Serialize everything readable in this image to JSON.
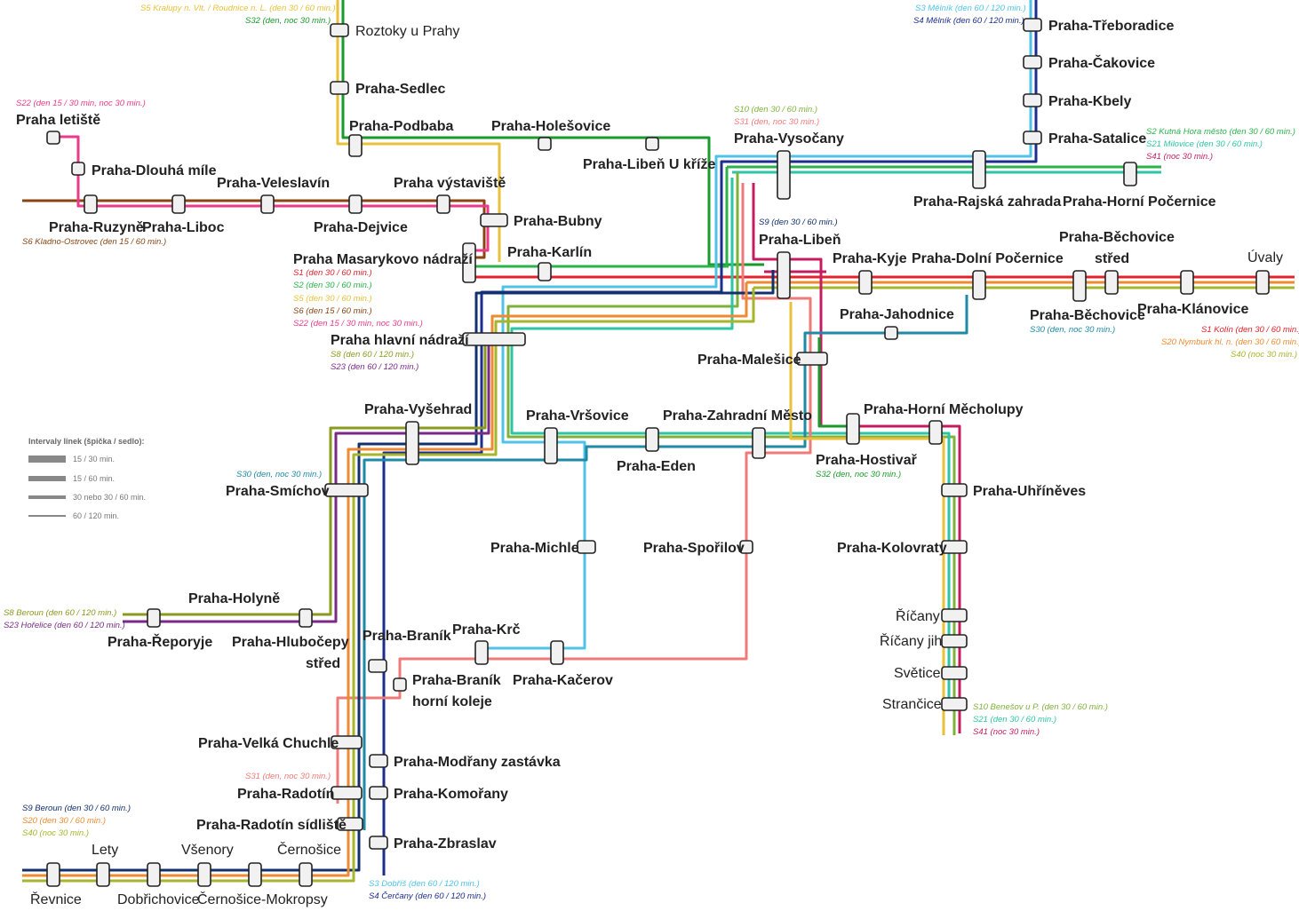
{
  "colors": {
    "S1": "#e3202b",
    "S2": "#2bb34a",
    "S3": "#4fc3e6",
    "S4": "#1b2e8e",
    "S5": "#e8c13a",
    "S6": "#8a4512",
    "S8": "#8a9a1e",
    "S9": "#10306e",
    "S10": "#7fb23a",
    "S20": "#ee8a30",
    "S21": "#2cc6a6",
    "S22": "#ea3a8a",
    "S23": "#7a2a86",
    "S30": "#1e8aa6",
    "S31": "#ef7a78",
    "S32": "#1a9a2a",
    "S40": "#a7b52a",
    "S41": "#c41c60"
  },
  "stations": {
    "roztoky": "Roztoky u Prahy",
    "sedlec": "Praha-Sedlec",
    "podbaba": "Praha-Podbaba",
    "holesovice": "Praha-Holešovice",
    "liben_kriz": "Praha-Libeň U kříže",
    "vysocany": "Praha-Vysočany",
    "rajska": "Praha-Rajská zahrada",
    "horni_pocernice": "Praha-Horní Počernice",
    "treboradice": "Praha-Třeboradice",
    "cakovice": "Praha-Čakovice",
    "kbely": "Praha-Kbely",
    "satalice": "Praha-Satalice",
    "letiste": "Praha letiště",
    "dlouha_mile": "Praha-Dlouhá míle",
    "veleslavin": "Praha-Veleslavín",
    "vystaviste": "Praha výstaviště",
    "ruzyne": "Praha-Ruzyně",
    "liboc": "Praha-Liboc",
    "dejvice": "Praha-Dejvice",
    "bubny": "Praha-Bubny",
    "masarykovo": "Praha Masarykovo nádraží",
    "karlin": "Praha-Karlín",
    "liben": "Praha-Libeň",
    "kyje": "Praha-Kyje",
    "dolni_pocernice": "Praha-Dolní Počernice",
    "bechovice_stred_1": "Praha-Běchovice",
    "bechovice_stred_2": "střed",
    "uvaly": "Úvaly",
    "jahodnice": "Praha-Jahodnice",
    "bechovice": "Praha-Běchovice",
    "klanovice": "Praha-Klánovice",
    "hlavni": "Praha hlavní nádraží",
    "malesice": "Praha-Malešice",
    "vysehrad": "Praha-Vyšehrad",
    "vrsovice": "Praha-Vršovice",
    "zahradni": "Praha-Zahradní Město",
    "horni_mecholupy": "Praha-Horní Měcholupy",
    "eden": "Praha-Eden",
    "hostivar": "Praha-Hostivař",
    "smichov": "Praha-Smíchov",
    "uhrineves": "Praha-Uhříněves",
    "michle": "Praha-Michle",
    "sporilov": "Praha-Spořilov",
    "kolovraty": "Praha-Kolovraty",
    "holyne": "Praha-Holyně",
    "reporyje": "Praha-Řeporyje",
    "hlubocepy_1": "Praha-Hlubočepy",
    "hlubocepy_2": "střed",
    "branik": "Praha-Braník",
    "krc": "Praha-Krč",
    "kacerov": "Praha-Kačerov",
    "branik_hk_1": "Praha-Braník",
    "branik_hk_2": "horní koleje",
    "ricany": "Říčany",
    "ricany_jih": "Říčany jih",
    "svetice": "Světice",
    "strancice": "Strančice",
    "velka_chuchle": "Praha-Velká Chuchle",
    "modrany": "Praha-Modřany zastávka",
    "radotin": "Praha-Radotín",
    "komorany": "Praha-Komořany",
    "radotin_sidliste": "Praha-Radotín sídliště",
    "zbraslav": "Praha-Zbraslav",
    "lety": "Lety",
    "vsenory": "Všenory",
    "cernosice": "Černošice",
    "revnice": "Řevnice",
    "dobrichovice": "Dobřichovice",
    "cernosice_mokropsy": "Černošice-Mokropsy"
  },
  "line_notes": {
    "s5_kralupy": "S5  Kralupy n. Vlt. / Roudnice n. L. (den 30 / 60 min.)",
    "s32_den": "S32  (den, noc 30 min.)",
    "s3_melnik": "S3  Mělník (den 60 / 120 min.)",
    "s4_melnik": "S4  Mělník (den 60 / 120 min.)",
    "s22_top": "S22  (den 15 / 30 min, noc 30 min.)",
    "s6_kladno": "S6  Kladno-Ostrovec (den 15 / 60 min.)",
    "s10_top": "S10  (den 30 / 60 min.)",
    "s31_top": "S31  (den, noc 30 min.)",
    "s2_kutna": "S2  Kutná Hora město (den 30 / 60 min.)",
    "s21_milovice": "S21  Milovice (den 30 / 60 min.)",
    "s41_noc": "S41  (noc 30 min.)",
    "s9_top": "S9  (den 30 / 60 min.)",
    "m_s1": "S1  (den 30 / 60 min.)",
    "m_s2": "S2  (den 30 / 60 min.)",
    "m_s5": "S5  (den 30 / 60 min.)",
    "m_s6": "S6  (den 15 / 60 min.)",
    "m_s22": "S22  (den 15 / 30 min, noc 30 min.)",
    "s30_bechovice": "S30  (den, noc 30 min.)",
    "s1_kolin": "S1  Kolín (den 30 / 60 min.)",
    "s20_nymburk": "S20  Nymburk hl. n. (den 30 / 60 min.)",
    "s40_noc": "S40  (noc 30 min.)",
    "h_s8": "S8  (den 60 / 120 min.)",
    "h_s23": "S23  (den 60 / 120 min.)",
    "s32_hostivar": "S32  (den, noc 30 min.)",
    "s30_smichov": "S30  (den, noc 30 min.)",
    "s8_beroun": "S8  Beroun (den 60 / 120 min.)",
    "s23_horelice": "S23  Hořelice (den 60 / 120 min.)",
    "s31_radotin": "S31  (den, noc 30 min.)",
    "s9_beroun": "S9  Beroun (den 30 / 60 min.)",
    "s20_bottom": "S20  (den 30 / 60 min.)",
    "s40_bottom": "S40  (noc 30 min.)",
    "s10_benesov": "S10  Benešov u P. (den 30 / 60 min.)",
    "s21_bottom": "S21  (den 30 / 60 min.)",
    "s41_bottom": "S41  (noc 30 min.)",
    "s3_dobris": "S3  Dobříš (den 60 / 120 min.)",
    "s4_cercany": "S4  Čerčany (den 60 / 120 min.)"
  },
  "legend": {
    "title": "Intervaly linek (špička / sedlo):",
    "items": [
      {
        "label": "15 / 30 min.",
        "weight": 8
      },
      {
        "label": "15 / 60 min.",
        "weight": 6
      },
      {
        "label": "30 nebo 30 / 60 min.",
        "weight": 4
      },
      {
        "label": "60 / 120 min.",
        "weight": 2
      }
    ]
  }
}
